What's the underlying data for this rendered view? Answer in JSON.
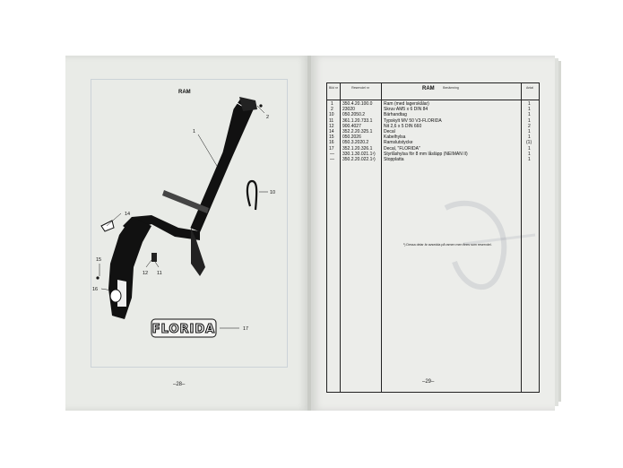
{
  "left_page": {
    "title": "RAM",
    "page_number": "–28–",
    "logo_text": "FLORIDA",
    "callouts": [
      "1",
      "2",
      "10",
      "14",
      "15",
      "16",
      "12",
      "11",
      "17"
    ]
  },
  "right_page": {
    "title": "RAM",
    "page_number": "–29–",
    "table": {
      "headers": [
        "Bild nr",
        "Reservdel nr",
        "Benämning",
        "Antal"
      ],
      "rows": [
        {
          "pos": "1",
          "part": "350.4.20.100.0",
          "desc": "Ram (med lagerskålar)",
          "qty": "1"
        },
        {
          "pos": "2",
          "part": "23020",
          "desc": "Skruv AM5 x 6 DIN 84",
          "qty": "1"
        },
        {
          "pos": "10",
          "part": "050.2050.2",
          "desc": "Bärhandtag",
          "qty": "1"
        },
        {
          "pos": "11",
          "part": "361.1.20.733.1",
          "desc": "Typskylt MV 50 V3-FLORIDA",
          "qty": "1"
        },
        {
          "pos": "12",
          "part": "900.4027",
          "desc": "Nit 2,6 x 5 DIN 660",
          "qty": "2"
        },
        {
          "pos": "14",
          "part": "352.2.20.325.1",
          "desc": "Decal",
          "qty": "1"
        },
        {
          "pos": "15",
          "part": "050.2026",
          "desc": "Kabelhylsa",
          "qty": "1"
        },
        {
          "pos": "16",
          "part": "050.3.2020.2",
          "desc": "Ramslutstycke",
          "qty": "(1)"
        },
        {
          "pos": "17",
          "part": "352.1.20.326.1",
          "desc": "Decal, \"FLORIDA\"",
          "qty": "1"
        },
        {
          "pos": "—",
          "part": "330.1.30.021.1¹)",
          "desc": "Styrlåshylsa för 8 mm låsläpp (NEIMAN II)",
          "qty": "1"
        },
        {
          "pos": "—",
          "part": "350.2.20.022.1¹)",
          "desc": "Stopplatta",
          "qty": "1"
        }
      ],
      "footnote": "¹) Dessa delar är avsedda på ramen men finns som reservdel."
    }
  }
}
